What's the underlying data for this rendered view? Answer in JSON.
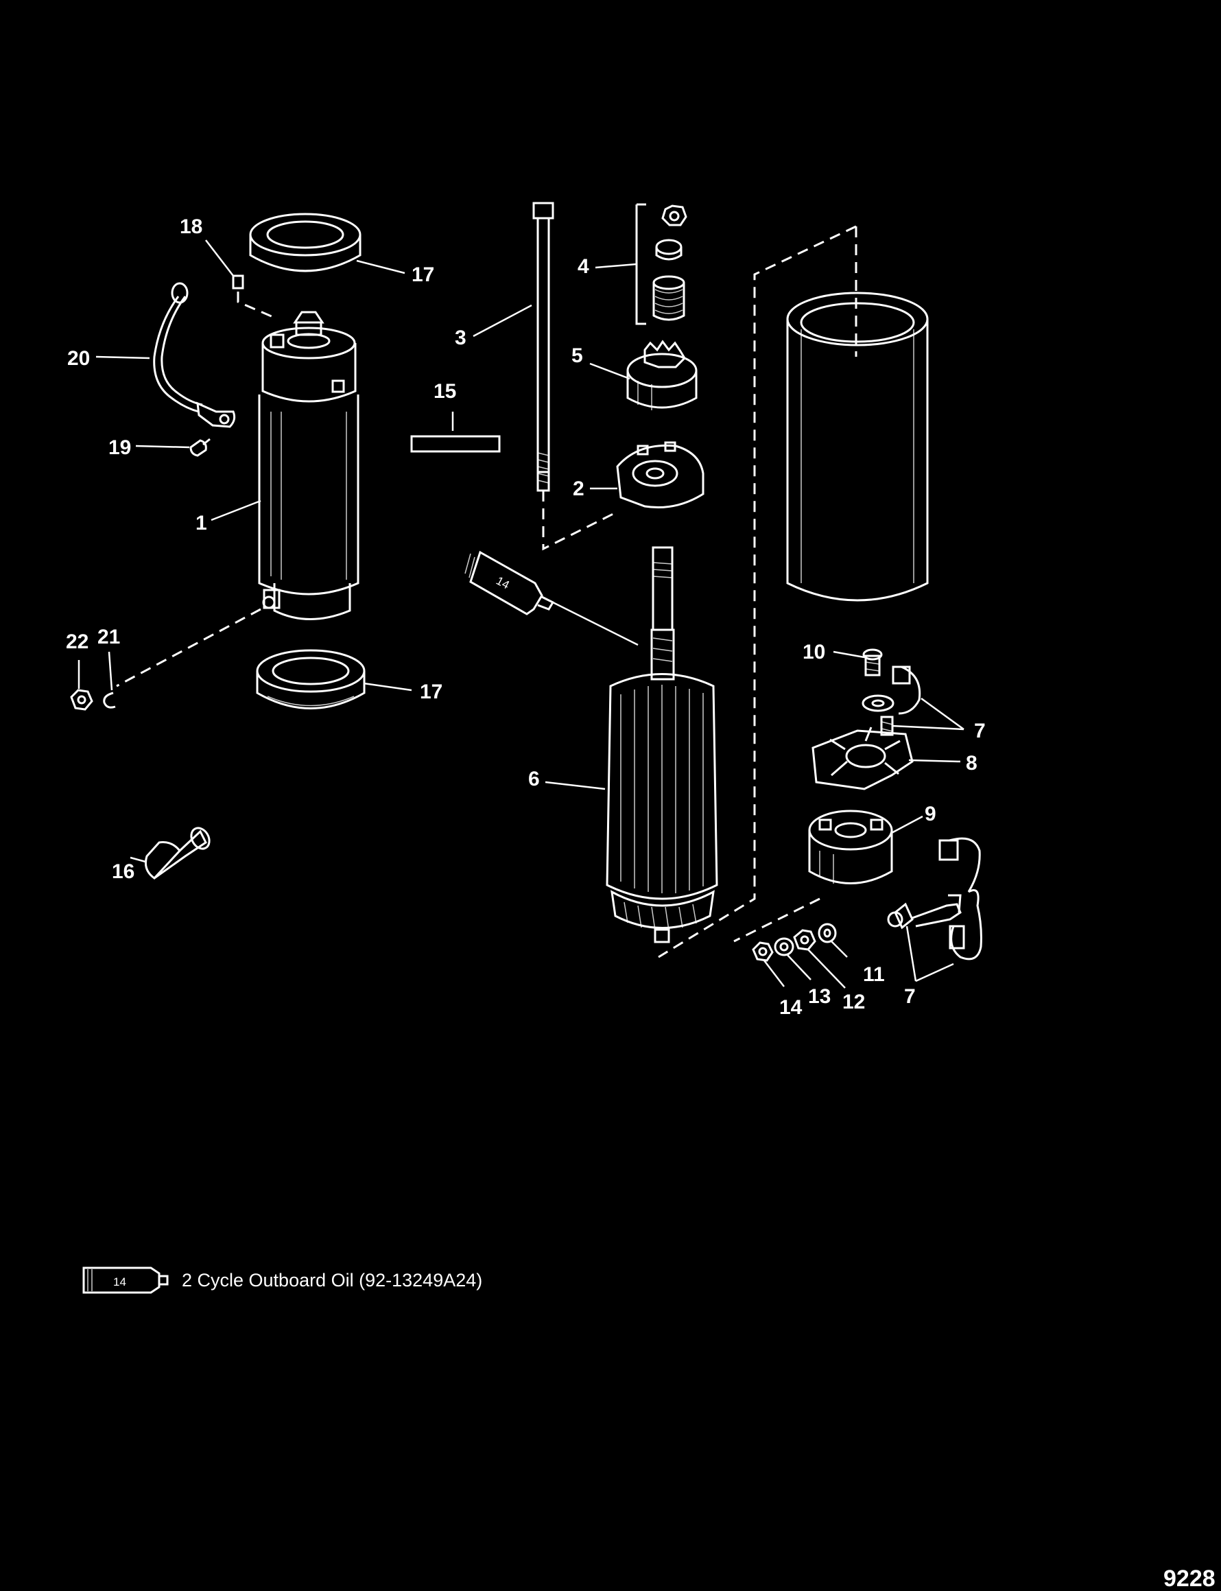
{
  "diagram": {
    "callouts": {
      "c1": "1",
      "c2": "2",
      "c3": "3",
      "c4": "4",
      "c5": "5",
      "c6": "6",
      "c7a": "7",
      "c7b": "7",
      "c8": "8",
      "c9": "9",
      "c10": "10",
      "c11": "11",
      "c12": "12",
      "c13": "13",
      "c14a": "14",
      "c15": "15",
      "c16": "16",
      "c17a": "17",
      "c17b": "17",
      "c18": "18",
      "c19": "19",
      "c20": "20",
      "c21": "21",
      "c22": "22"
    },
    "tube_label": "14",
    "legend": {
      "tube_label": "14",
      "text": "2 Cycle Outboard Oil (92-13249A24)"
    },
    "figure_number": "9228"
  }
}
